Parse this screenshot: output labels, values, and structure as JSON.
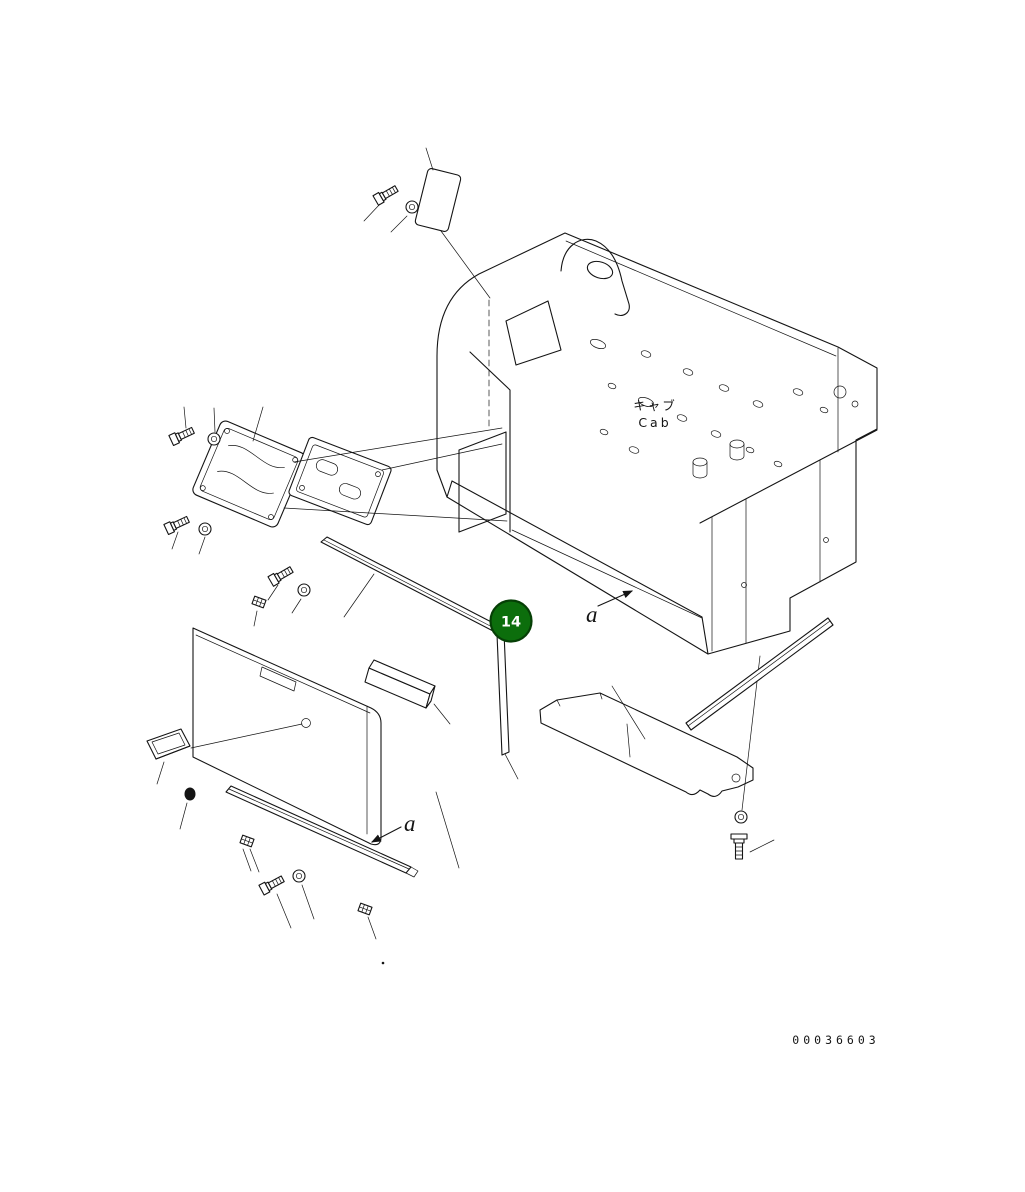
{
  "diagram": {
    "type": "exploded-parts-diagram",
    "cab_label_jp": "キャブ",
    "cab_label_en": "Cab",
    "callout": {
      "number": "14"
    },
    "view_refs": {
      "upper": "a",
      "lower": "a"
    },
    "drawing_number": "00036603"
  },
  "colors": {
    "line": "#141414",
    "background": "#ffffff",
    "callout_fill": "#0c6e0c",
    "callout_ring": "#063f06",
    "callout_text": "#ffffff"
  },
  "icons": {
    "bolt": "bolt-icon",
    "washer": "washer-icon",
    "clip": "clip-icon",
    "vertical_bolt": "vertical-bolt-icon",
    "arrowhead": "arrowhead-icon"
  }
}
